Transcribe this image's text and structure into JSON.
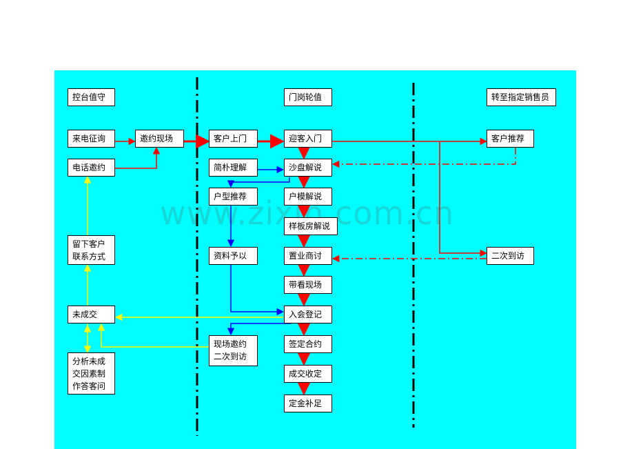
{
  "colors": {
    "background": "#00ffff",
    "red": "#ff0000",
    "blue": "#0000ff",
    "yellow": "#ffff00"
  },
  "headers": {
    "left": "控台值守",
    "middle": "门岗轮值",
    "right": "转至指定销售员"
  },
  "nodes": {
    "phone_inquiry": "来电征询",
    "phone_invite": "电话邀约",
    "invite_onsite": "邀约现场",
    "customer_visit": "客户上门",
    "simple_explain": "简朴理解",
    "unit_recommend": "户型推荐",
    "materials": "资料予以",
    "onsite_invite_revisit": "现场邀约\n二次到访",
    "welcome": "迎客入门",
    "sandtable": "沙盘解说",
    "unit_model": "户模解说",
    "showroom": "样板房解说",
    "negotiation": "置业商讨",
    "site_visit": "带看现场",
    "register": "入会登记",
    "sign_contract": "签定合约",
    "deal_collect": "成交收定",
    "deposit_complete": "定金补足",
    "customer_recommend": "客户推荐",
    "second_visit": "二次到访",
    "no_deal": "未成交",
    "leave_contact": "留下客户\n联系方式",
    "analyze_reason": "分析未成\n交因素制\n作答客问"
  },
  "watermark": "www.zixin.com.cn"
}
